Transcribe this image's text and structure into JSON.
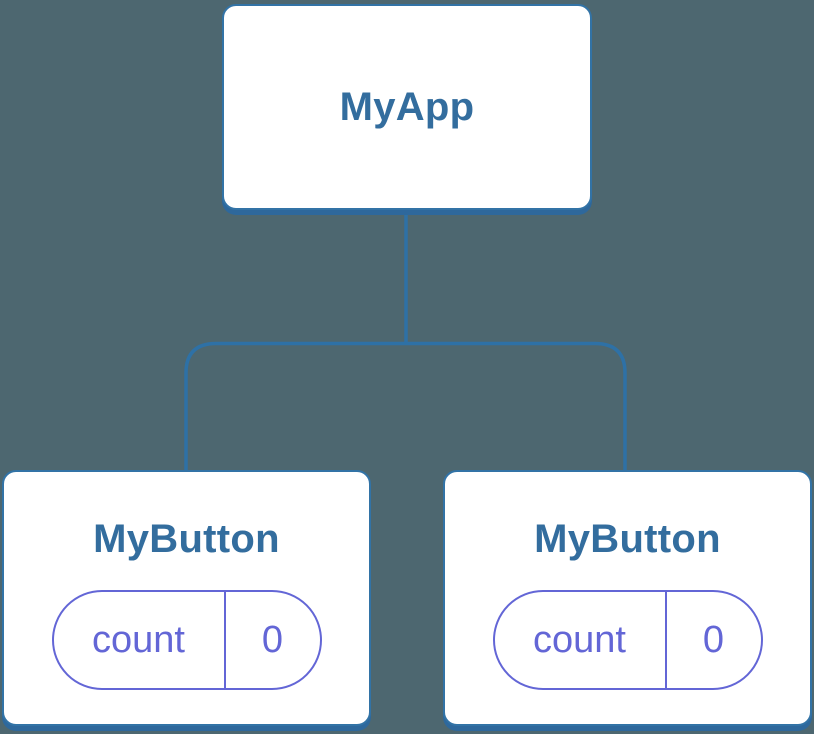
{
  "tree": {
    "root": {
      "label": "MyApp"
    },
    "children": [
      {
        "label": "MyButton",
        "state": {
          "key": "count",
          "value": "0"
        }
      },
      {
        "label": "MyButton",
        "state": {
          "key": "count",
          "value": "0"
        }
      }
    ]
  },
  "colors": {
    "background": "#4D6770",
    "card_fill": "#FFFFFF",
    "card_border": "#3273A6",
    "card_shadow": "#2E689C",
    "connector": "#2E71A6",
    "label_text": "#336D9E",
    "accent_purple": "#6366D6"
  }
}
